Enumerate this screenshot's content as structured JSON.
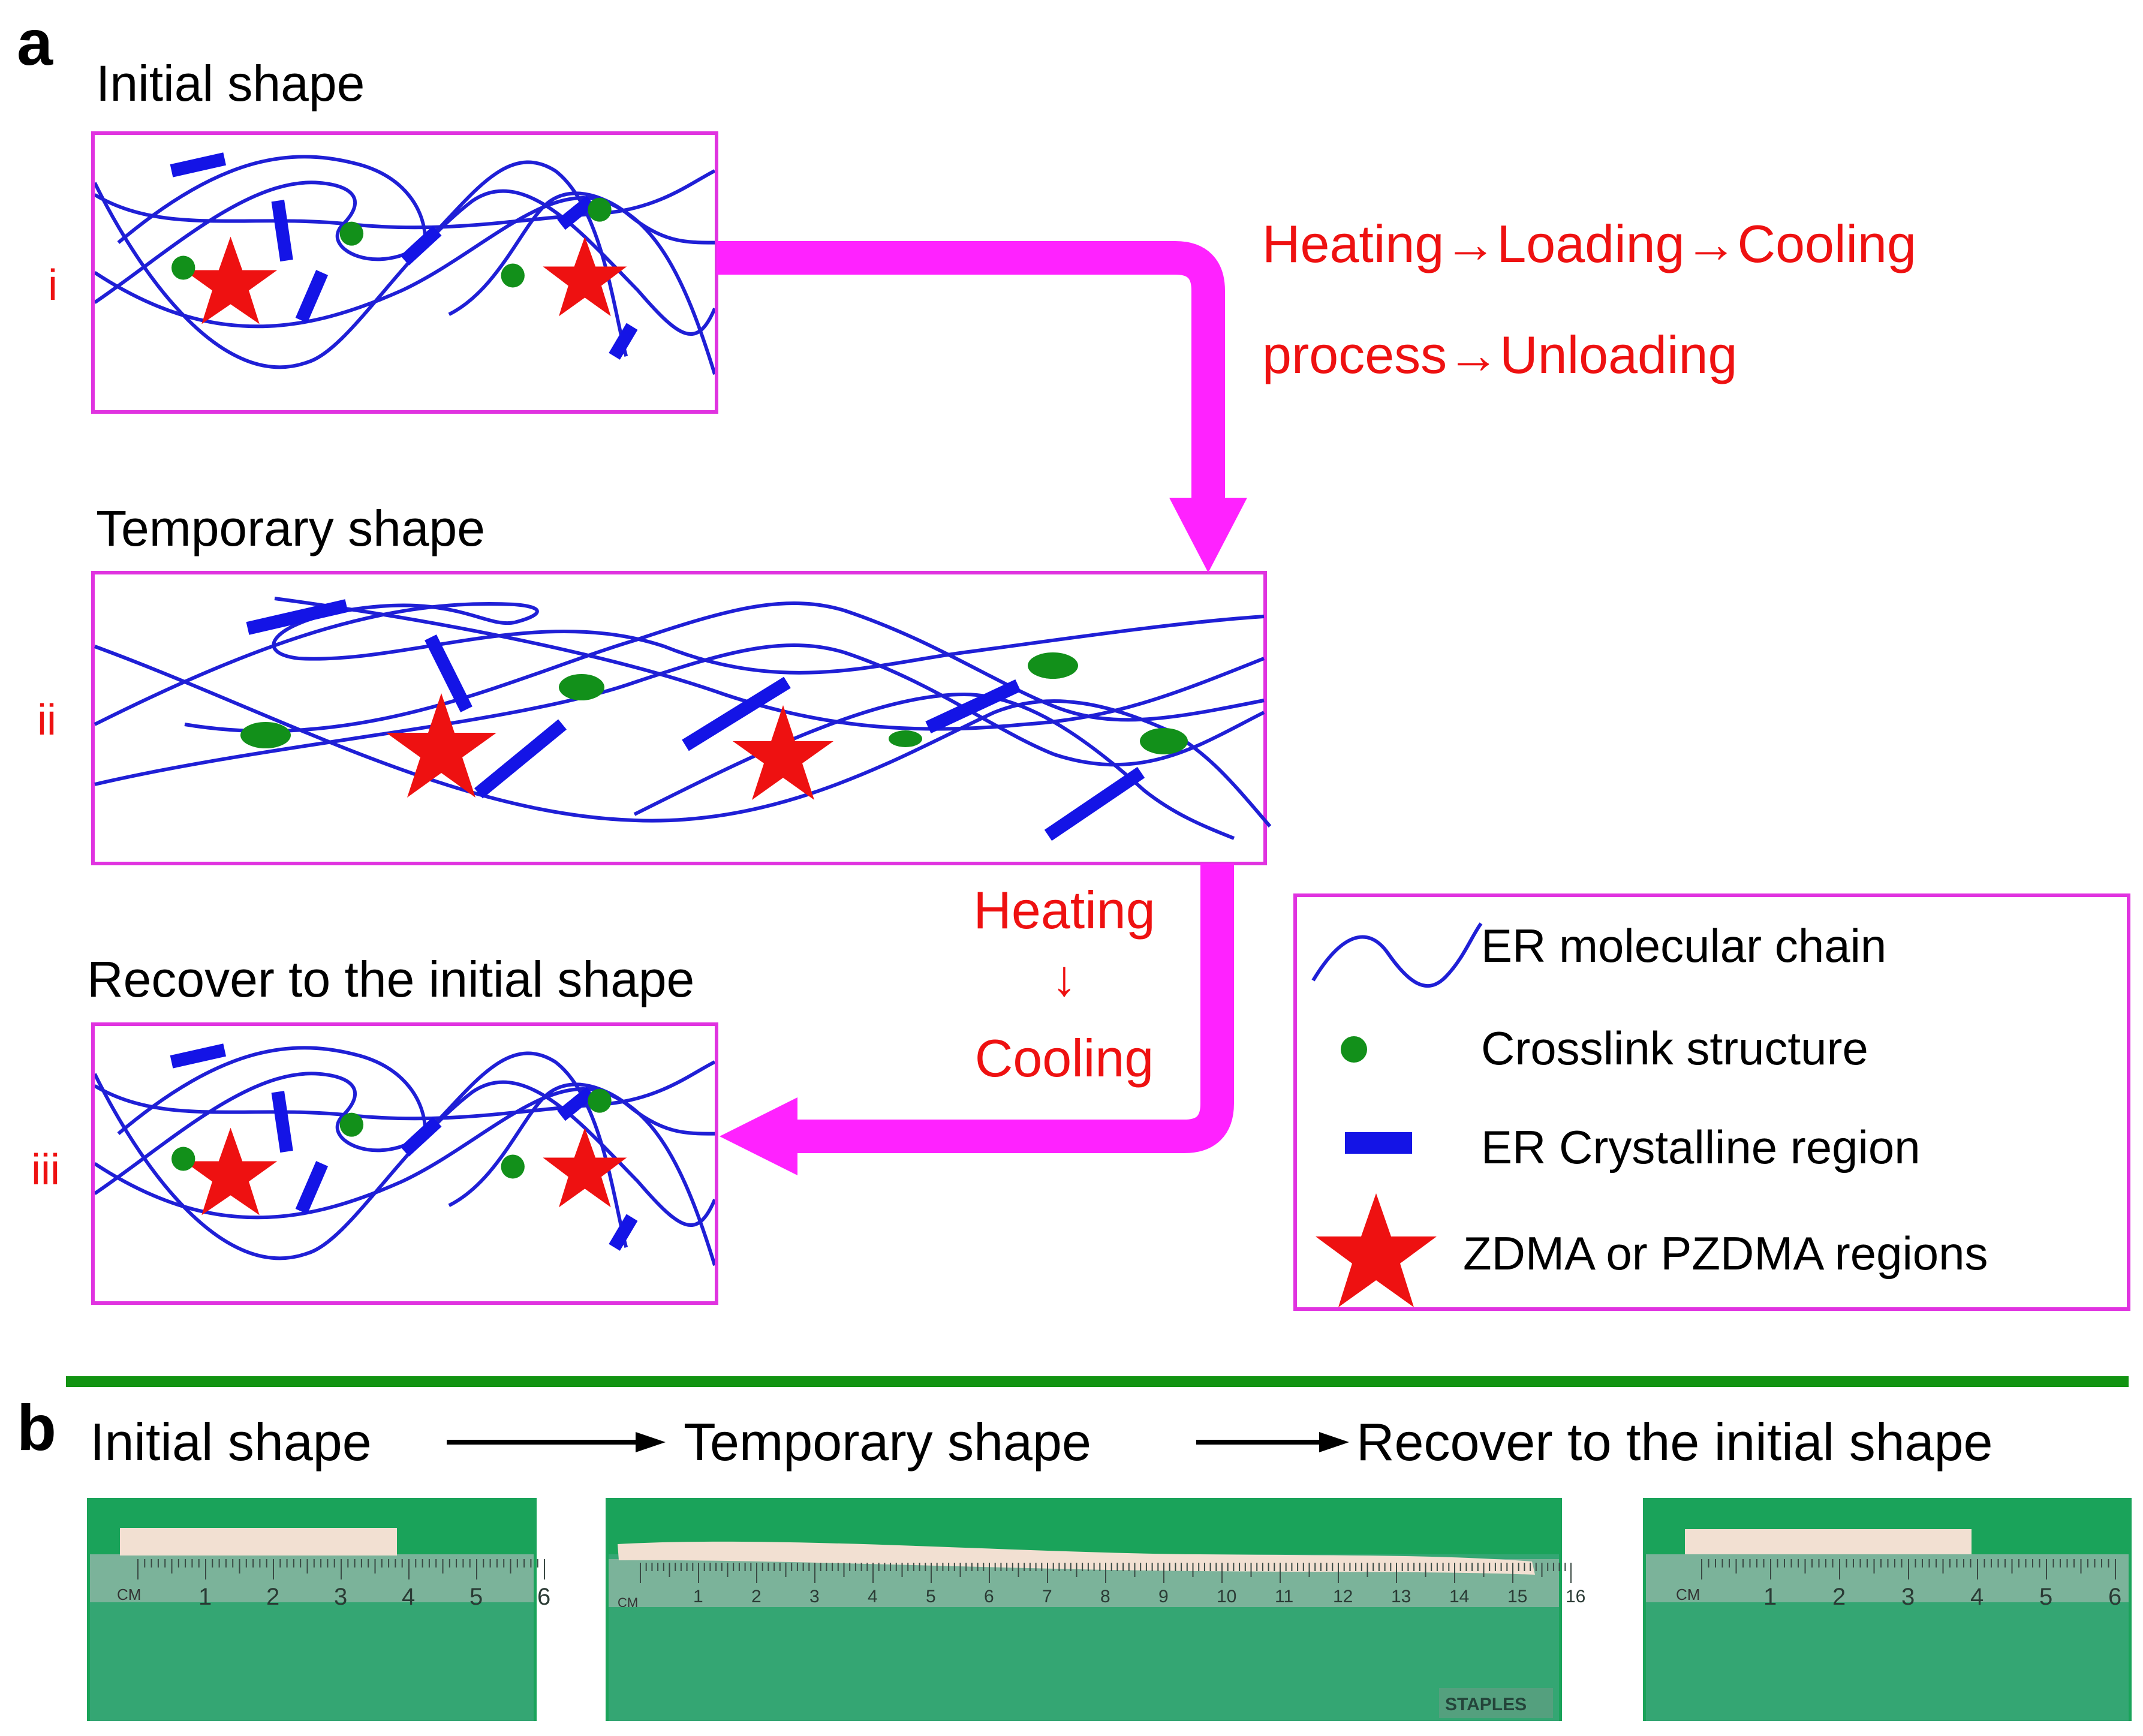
{
  "panel_a": {
    "letter": "a",
    "titles": {
      "initial": "Initial shape",
      "temporary": "Temporary shape",
      "recovered": "Recover to the initial shape"
    },
    "row_labels": {
      "i": "i",
      "ii": "ii",
      "iii": "iii"
    },
    "process_top": {
      "line1": "Heating→Loading→Cooling",
      "line2": "process→Unloading"
    },
    "process_bottom": {
      "line1": "Heating",
      "arrow": "↓",
      "line2": "Cooling"
    },
    "legend": {
      "chain": "ER molecular  chain",
      "crosslink": "Crosslink structure",
      "crystalline": "ER Crystalline  region",
      "zdma": "ZDMA or PZDMA regions"
    }
  },
  "panel_b": {
    "letter": "b",
    "labels": {
      "initial": "Initial shape",
      "temporary": "Temporary shape",
      "recovered": "Recover to the initial shape"
    },
    "rulers": {
      "short_unit": "CM",
      "long_unit": "CM",
      "short_ticks": [
        "1",
        "2",
        "3",
        "4",
        "5",
        "6"
      ],
      "long_ticks": [
        "1",
        "2",
        "3",
        "4",
        "5",
        "6",
        "7",
        "8",
        "9",
        "10",
        "11",
        "12",
        "13",
        "14",
        "15",
        "16"
      ],
      "brand": "STAPLES"
    }
  },
  "colors": {
    "chain": "#1f1fd6",
    "crystal": "#1414e6",
    "crosslink": "#12901a",
    "star": "#ee1111",
    "frame": "#e033e0",
    "arrow": "#ff22ff",
    "label_red": "#ee1111",
    "divider": "#129312",
    "mat": "#1aa35a"
  }
}
